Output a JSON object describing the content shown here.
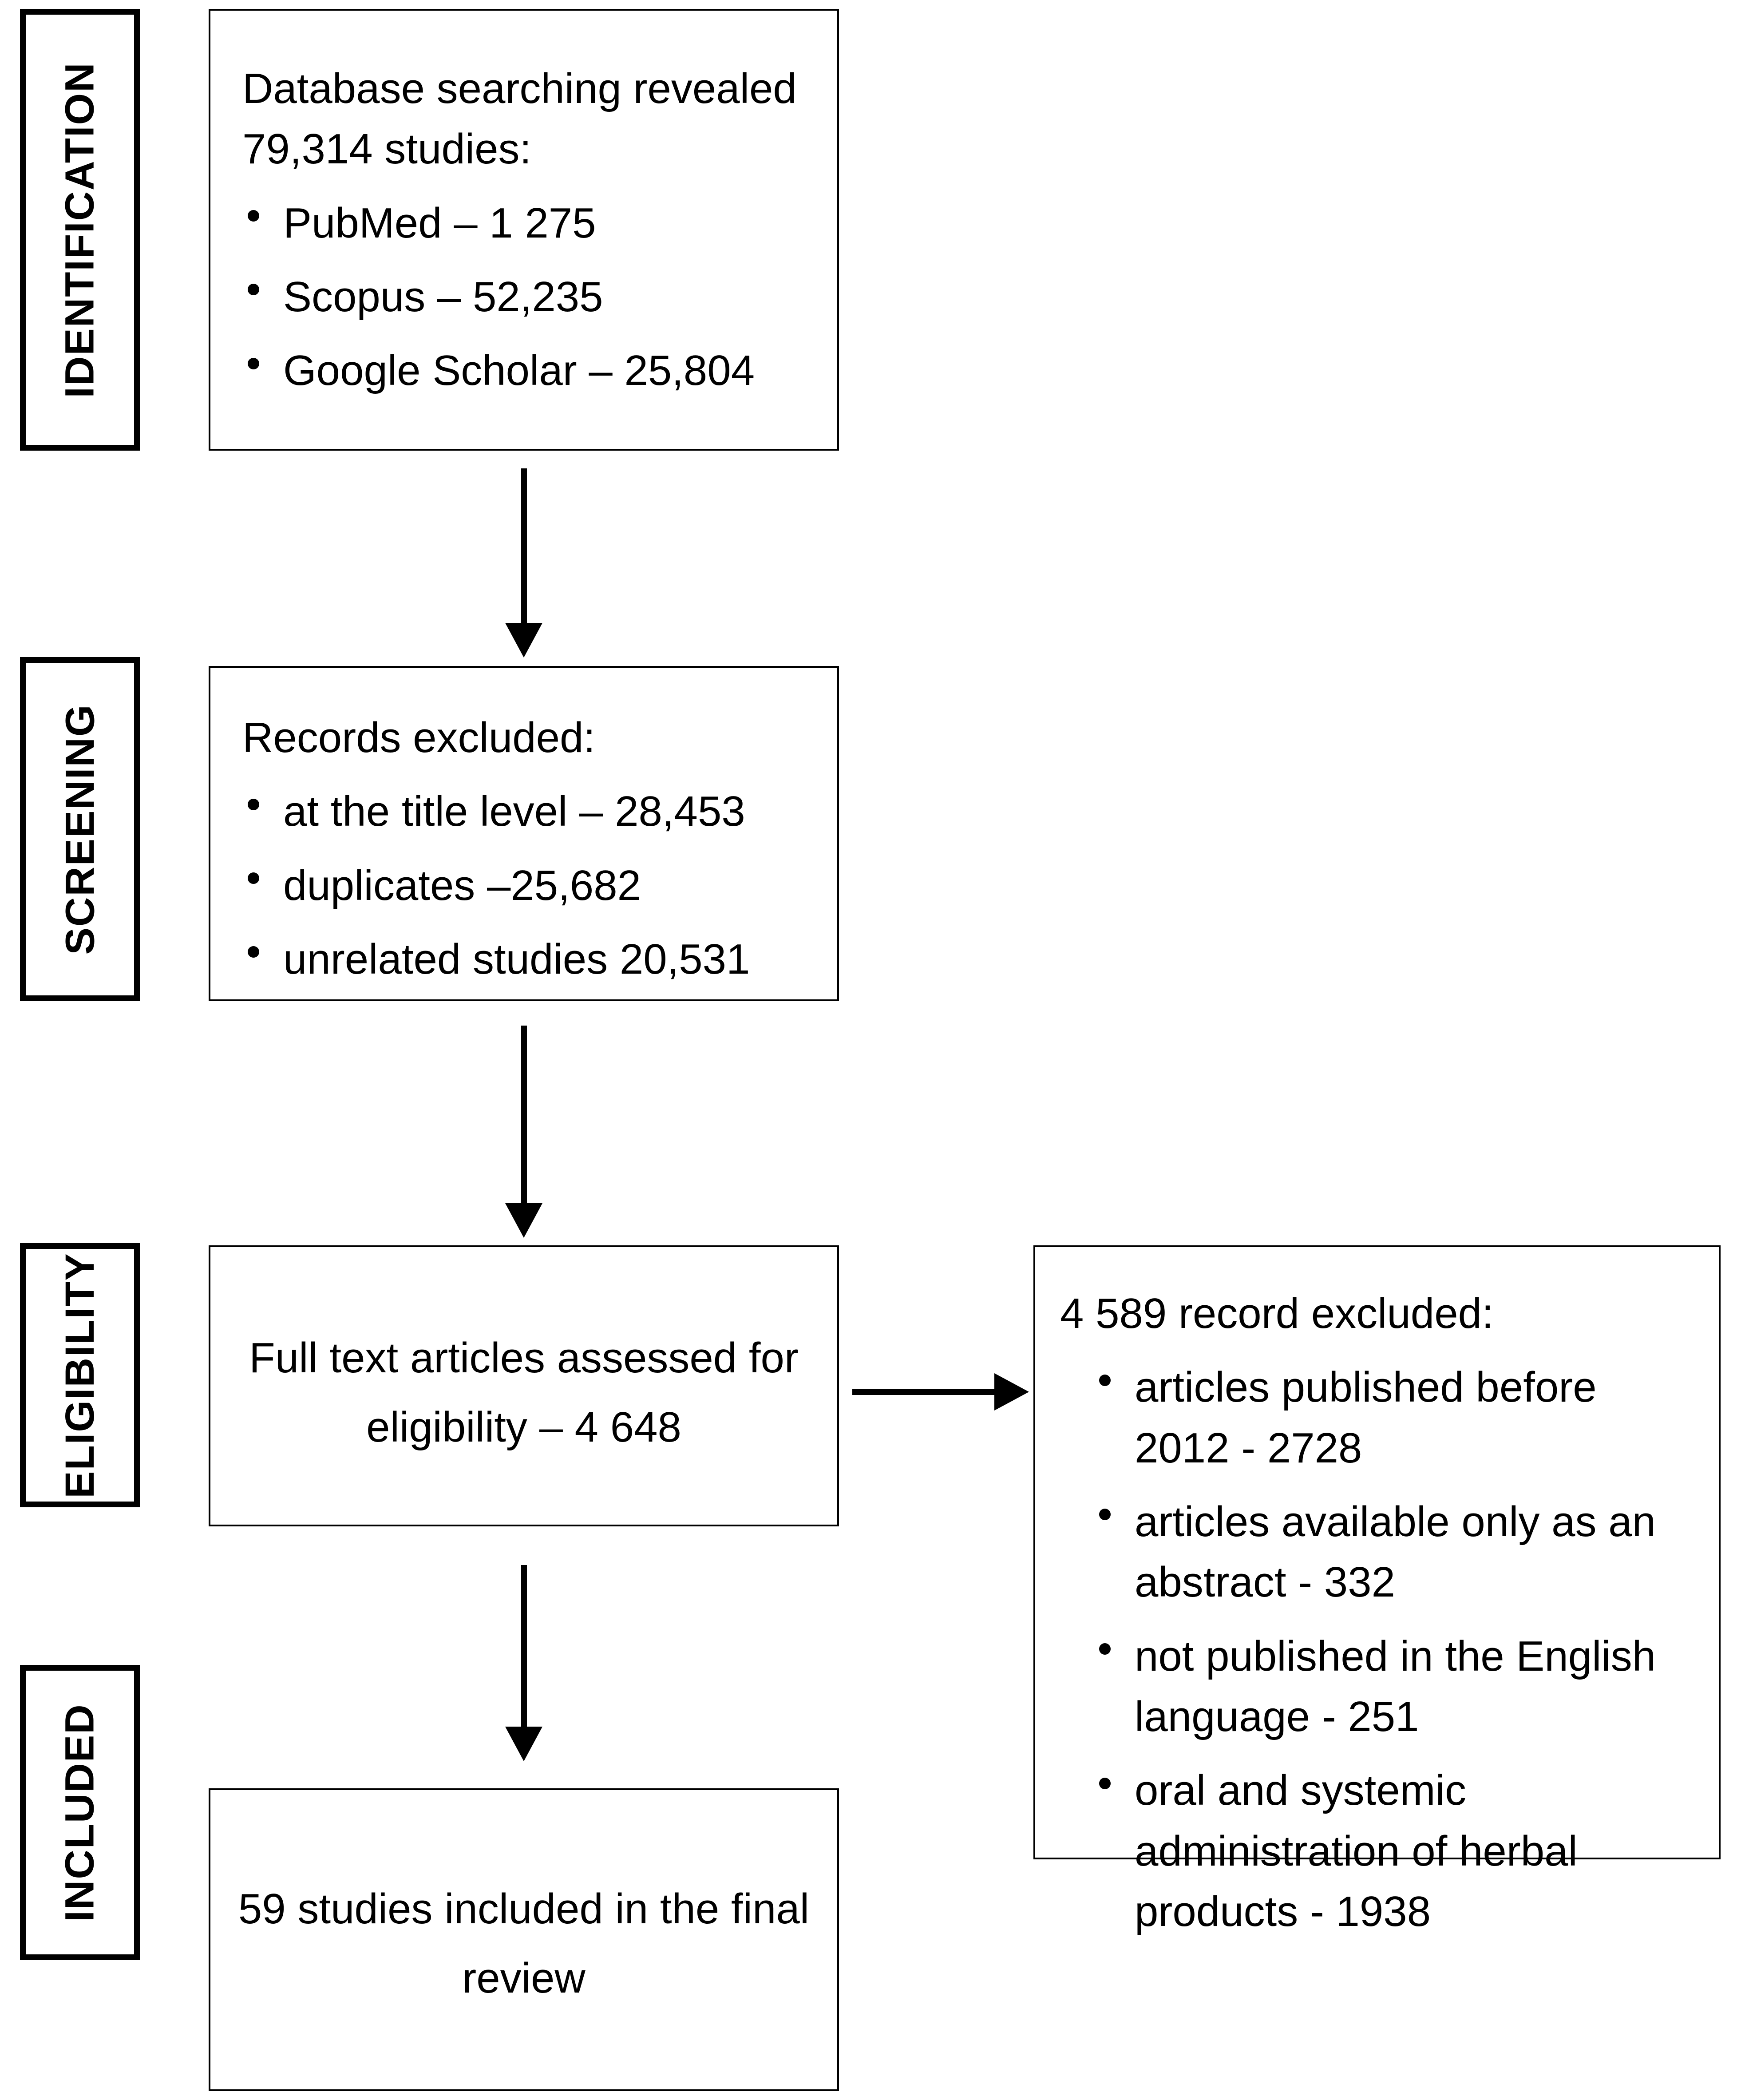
{
  "diagram": {
    "type": "prisma-flow-diagram",
    "stages": [
      {
        "id": "identification",
        "label": "IDENTIFICATION"
      },
      {
        "id": "screening",
        "label": "SCREENING"
      },
      {
        "id": "eligibility",
        "label": "ELIGIBILITY"
      },
      {
        "id": "included",
        "label": "INCLUDED"
      }
    ],
    "identification_box": {
      "lead": "Database searching revealed 79,314 studies:",
      "items": [
        "PubMed – 1 275",
        "Scopus – 52,235",
        "Google Scholar – 25,804"
      ]
    },
    "screening_box": {
      "lead": "Records excluded:",
      "items": [
        "at the title level – 28,453",
        "duplicates –25,682",
        "unrelated studies 20,531"
      ]
    },
    "eligibility_box": {
      "text": "Full text articles assessed for eligibility – 4 648"
    },
    "excluded_box": {
      "lead": "4 589 record excluded:",
      "items": [
        "articles published before 2012 - 2728",
        "articles available only as an abstract - 332",
        "not published in the English language - 251",
        "oral and systemic administration of herbal products - 1938"
      ]
    },
    "included_box": {
      "text": "59 studies included in the final review"
    },
    "connectors": [
      {
        "id": "identification-to-screening",
        "direction": "down"
      },
      {
        "id": "screening-to-eligibility",
        "direction": "down"
      },
      {
        "id": "eligibility-to-excluded",
        "direction": "right"
      },
      {
        "id": "eligibility-to-included",
        "direction": "down"
      }
    ],
    "colors": {
      "stroke": "#000000",
      "background": "#ffffff",
      "text": "#000000"
    }
  }
}
